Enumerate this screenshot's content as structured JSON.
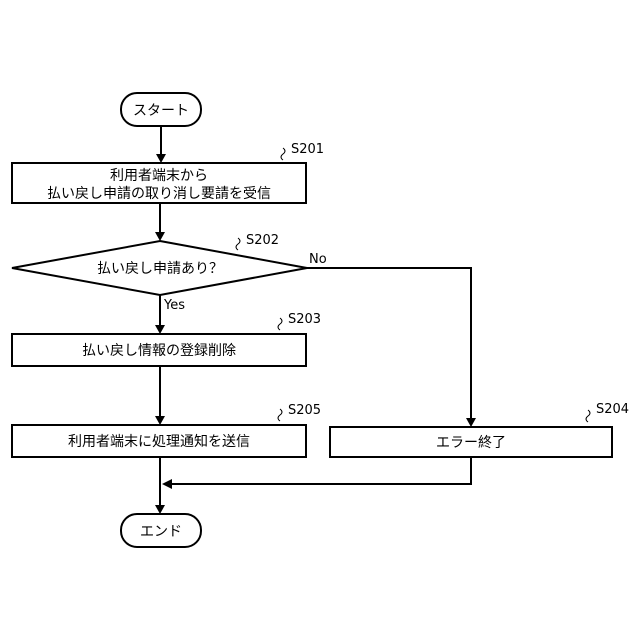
{
  "flowchart": {
    "start": {
      "label": "スタート"
    },
    "end": {
      "label": "エンド"
    },
    "steps": {
      "s201": {
        "id": "S201",
        "line1": "利用者端末から",
        "line2": "払い戻し申請の取り消し要請を受信"
      },
      "s202": {
        "id": "S202",
        "label": "払い戻し申請あり？"
      },
      "s203": {
        "id": "S203",
        "label": "払い戻し情報の登録削除"
      },
      "s204": {
        "id": "S204",
        "label": "エラー終了"
      },
      "s205": {
        "id": "S205",
        "label": "利用者端末に処理通知を送信"
      }
    },
    "branches": {
      "yes": "Yes",
      "no": "No"
    }
  }
}
